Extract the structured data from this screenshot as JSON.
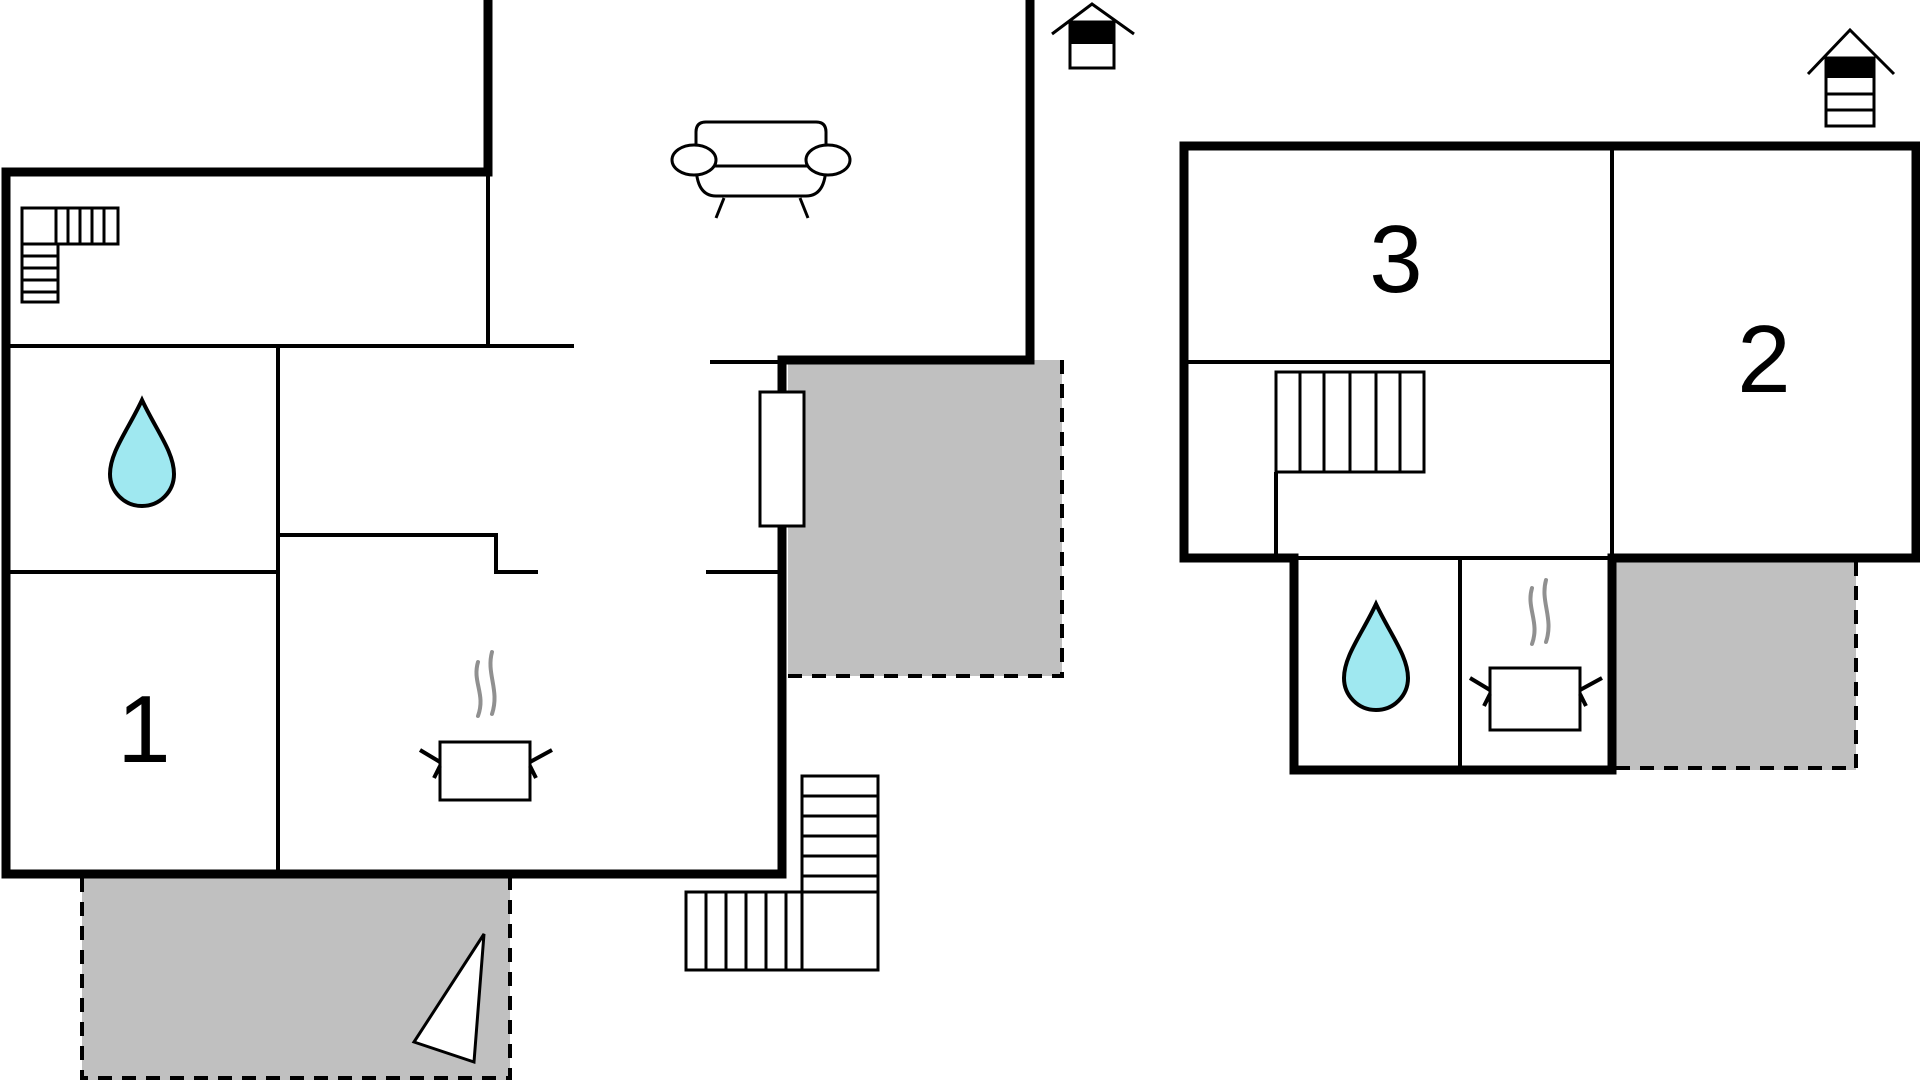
{
  "floor_plan": {
    "rooms": [
      {
        "number": "1",
        "type": "bedroom"
      },
      {
        "number": "2",
        "type": "bedroom"
      },
      {
        "number": "3",
        "type": "bedroom"
      }
    ],
    "icons": [
      "outdoor-entrance-icon",
      "sofa-icon",
      "bathroom-drop-icon",
      "kitchen-pot-icon",
      "staircase-icon",
      "fireplace-icon",
      "sunshade-icon"
    ],
    "colors": {
      "wall": "#000000",
      "terrace": "#c0c0c0",
      "water_drop": "#9fe8f0",
      "steam": "#909090",
      "background": "#ffffff"
    }
  }
}
